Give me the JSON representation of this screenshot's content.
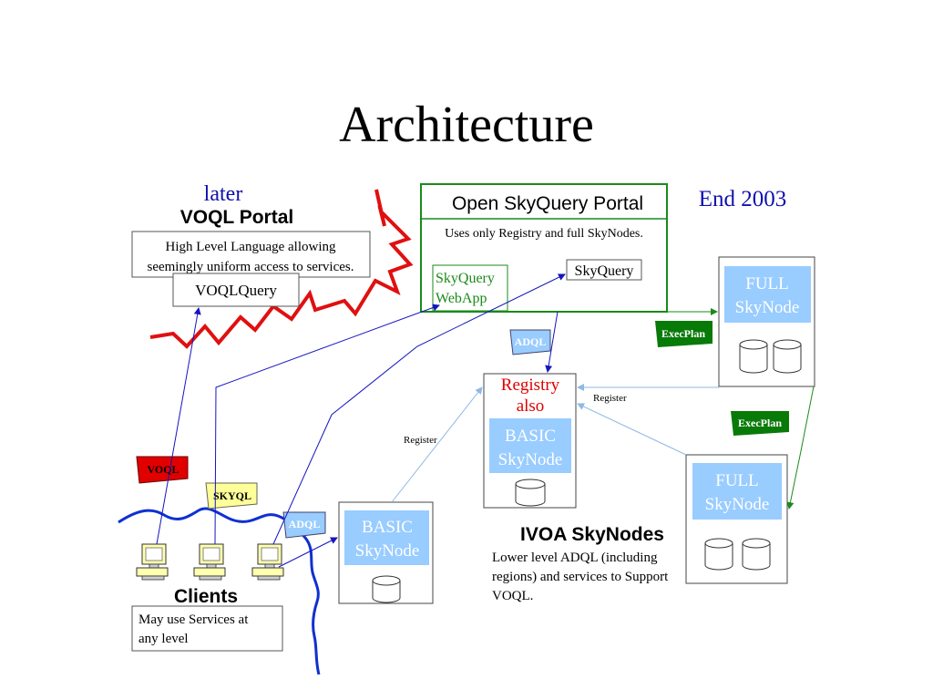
{
  "title": "Architecture",
  "labels": {
    "later": "later",
    "end_2003": "End 2003",
    "voql_portal": "VOQL Portal",
    "voql_desc_line1": "High Level Language allowing",
    "voql_desc_line2": "seemingly uniform access to services.",
    "voql_query": "VOQLQuery",
    "portal_title": "Open SkyQuery Portal",
    "portal_desc": "Uses only Registry and full SkyNodes.",
    "webapp_line1": "SkyQuery",
    "webapp_line2": "WebApp",
    "skyquery": "SkyQuery",
    "adql_top": "ADQL",
    "adql_bottom": "ADQL",
    "execplan_1": "ExecPlan",
    "execplan_2": "ExecPlan",
    "registry_line1": "Registry",
    "registry_line2": "also",
    "register_1": "Register",
    "register_2": "Register",
    "basic_line1": "BASIC",
    "basic_line2": "SkyNode",
    "full_line1": "FULL",
    "full_line2": "SkyNode",
    "ivoa_title": "IVOA SkyNodes",
    "ivoa_desc_line1": "Lower level  ADQL (including",
    "ivoa_desc_line2": "regions) and services to Support",
    "ivoa_desc_line3": "VOQL.",
    "voql_tag": "VOQL",
    "skyql_tag": "SKYQL",
    "clients": "Clients",
    "clients_desc_line1": "May use Services at",
    "clients_desc_line2": "any level"
  },
  "colors": {
    "red_line": "#e01010",
    "blue_wave": "#1030d0",
    "portal_green": "#1a8a1a",
    "box_blue": "#99ccff",
    "execplan_green": "#087a08",
    "voql_tag_red": "#e00000",
    "skyql_tag_yellow": "#ffff99",
    "adql_tag_blue": "#99ccff",
    "registry_red": "#e00000",
    "heading_blue": "#1010b0",
    "arrow_blue": "#1515c0",
    "arrow_light": "#99c0e8"
  }
}
